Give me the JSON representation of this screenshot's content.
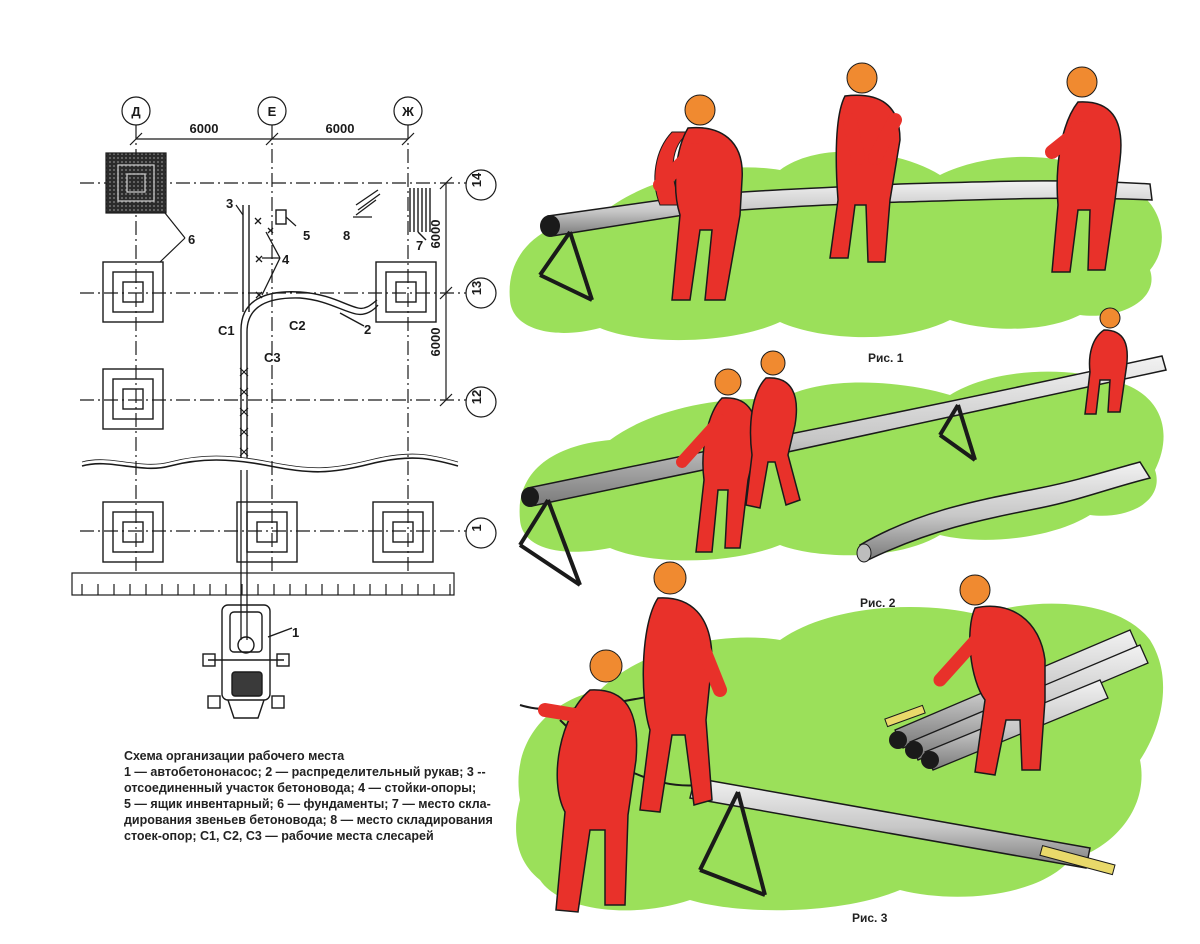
{
  "plan": {
    "axes_letters": [
      "Д",
      "Е",
      "Ж"
    ],
    "axes_numbers": [
      "14",
      "13",
      "12",
      "1"
    ],
    "dimension_top": [
      "6000",
      "6000"
    ],
    "dimension_right": [
      "6000",
      "6000"
    ],
    "callouts": {
      "n1": "1",
      "n2": "2",
      "n3": "3",
      "n4": "4",
      "n5": "5",
      "n6": "6",
      "n7": "7",
      "n8": "8",
      "c1": "С1",
      "c2": "С2",
      "c3": "С3"
    }
  },
  "caption": {
    "title": "Схема организации рабочего места",
    "line1": "1 — автобетононасос; 2 — распределительный рукав; 3 --",
    "line2": "отсоединенный участок бетоновода; 4 — стойки-опоры;",
    "line3": "5 — ящик инвентарный;   6 — фундаменты; 7 — место скла-",
    "line4": "дирования звеньев бетоновода; 8 — место складирования",
    "line5": "стоек-опор; С1, С2, С3 — рабочие места слесарей"
  },
  "figures": {
    "fig1": "Рис. 1",
    "fig2": "Рис. 2",
    "fig3": "Рис. 3"
  },
  "colors": {
    "line": "#1a1a1a",
    "grass": "#9be05a",
    "worker": "#e8312a",
    "helmet": "#f08a30",
    "pipe": "#c9c9c9",
    "foundation_dark": "#3a3a3a"
  }
}
